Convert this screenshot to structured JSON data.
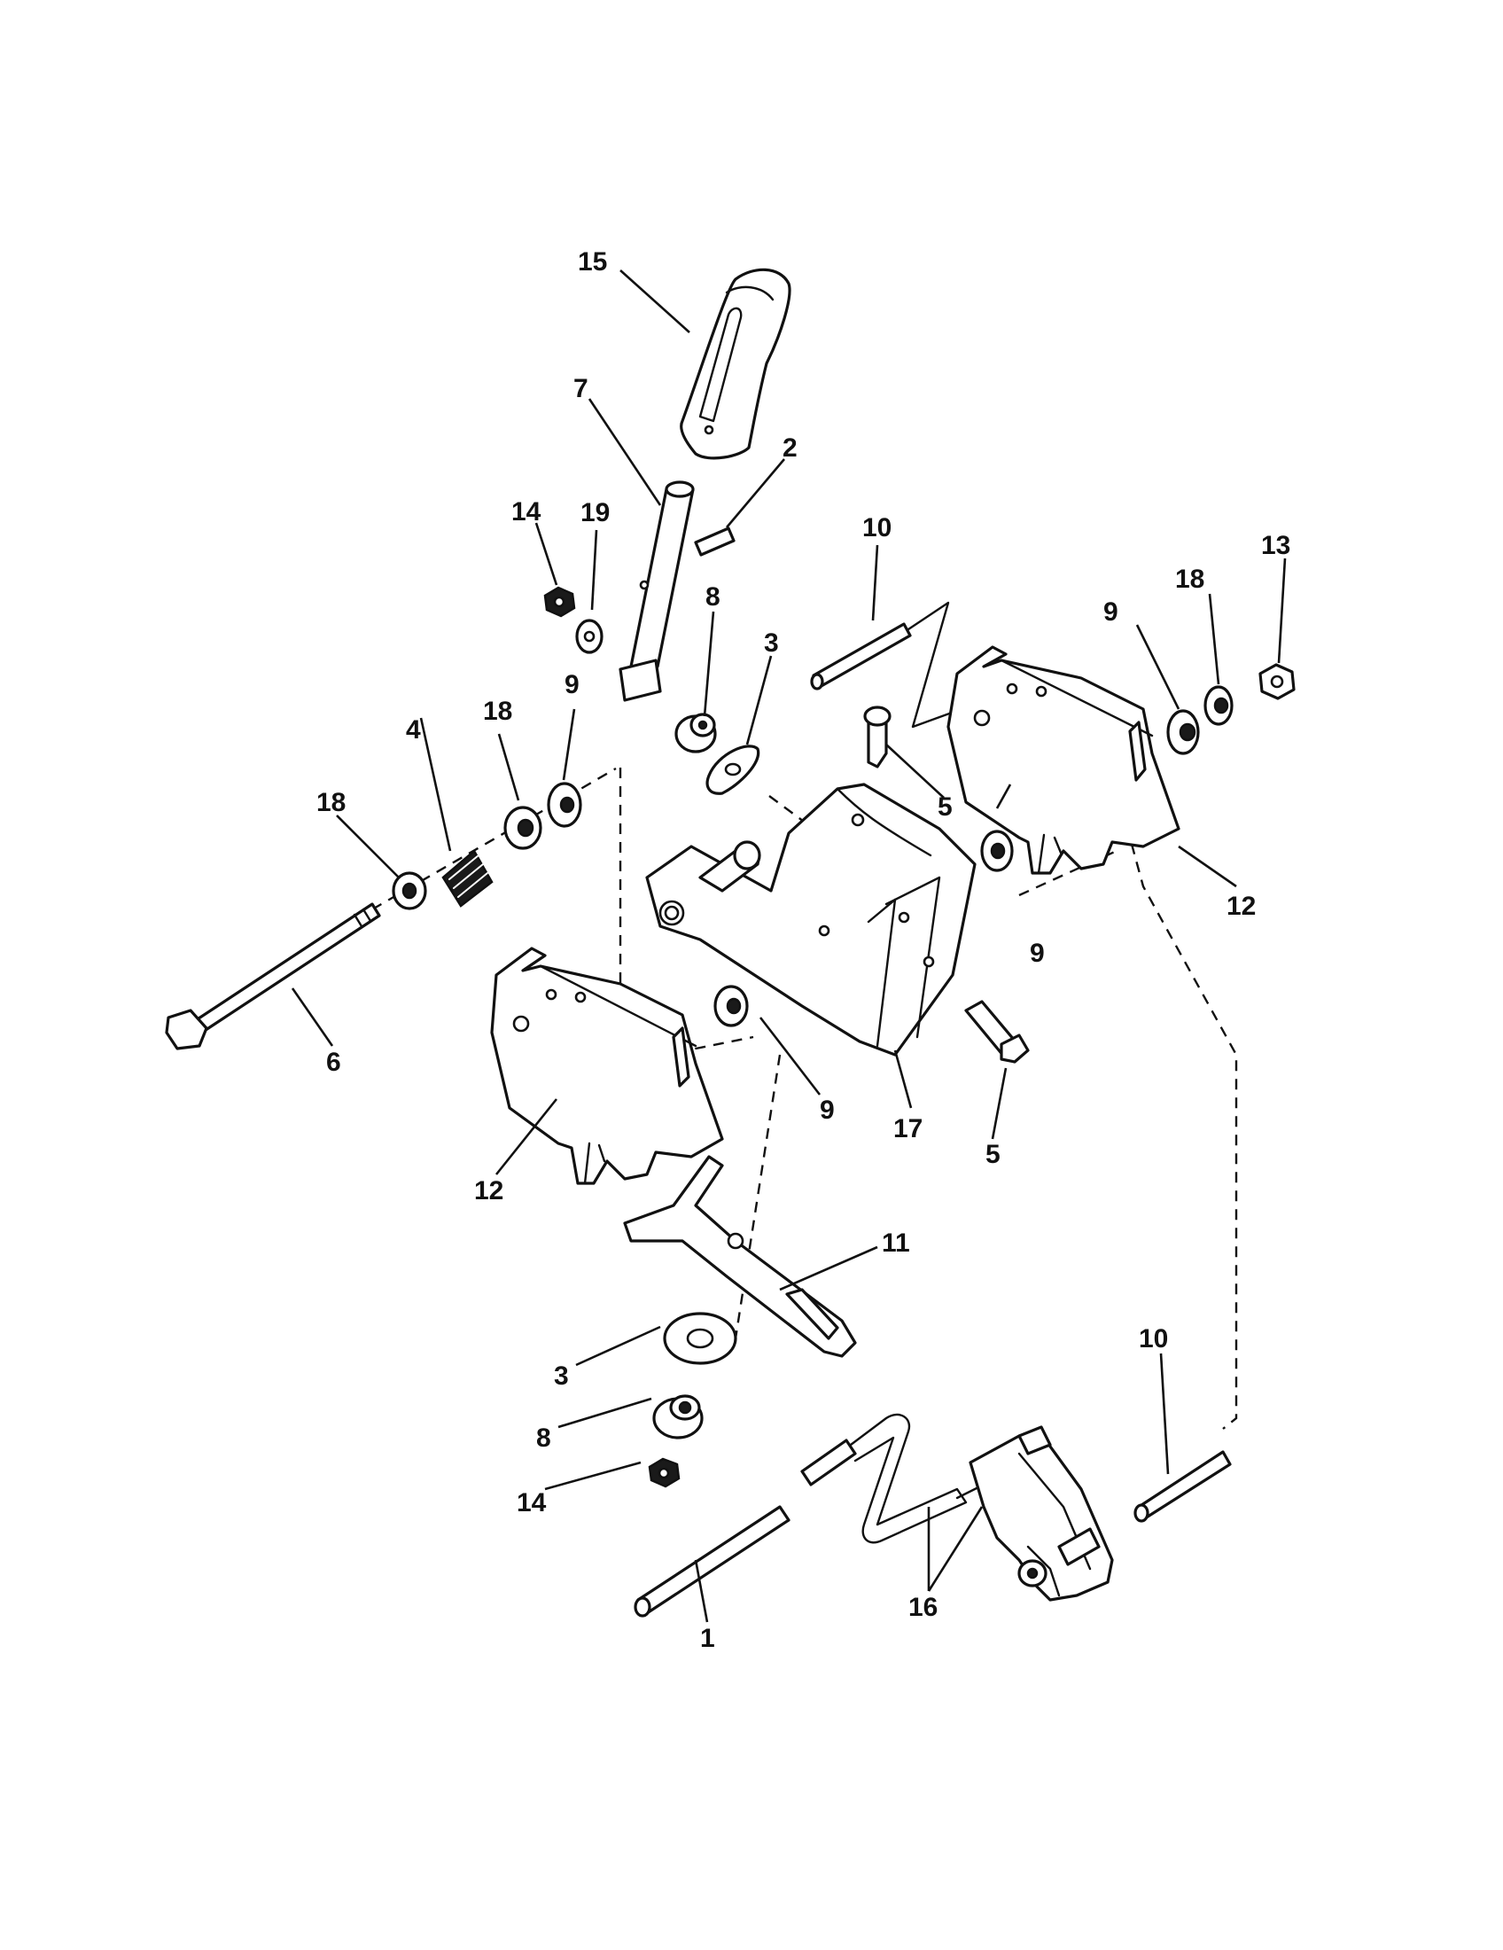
{
  "callouts": {
    "c1": "1",
    "c2": "2",
    "c3_top": "3",
    "c3_bottom": "3",
    "c4": "4",
    "c5_top": "5",
    "c5_bottom": "5",
    "c6": "6",
    "c7": "7",
    "c8_top": "8",
    "c8_bottom": "8",
    "c9_left": "9",
    "c9_right_top": "9",
    "c9_center": "9",
    "c9_lower": "9",
    "c10_top": "10",
    "c10_bottom": "10",
    "c11": "11",
    "c12_left": "12",
    "c12_right": "12",
    "c13": "13",
    "c14_top": "14",
    "c14_bottom": "14",
    "c15": "15",
    "c16": "16",
    "c17": "17",
    "c18_left_outer": "18",
    "c18_left_inner": "18",
    "c18_right": "18",
    "c19": "19"
  },
  "colors": {
    "ink": "#111111",
    "paper": "#ffffff"
  }
}
